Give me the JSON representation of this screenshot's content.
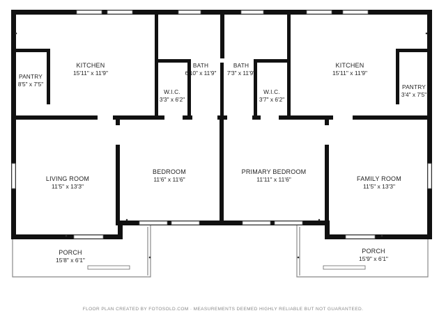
{
  "rooms": {
    "kitchen_left": {
      "name": "KITCHEN",
      "dims": "15'11\" x 11'9\""
    },
    "pantry_left": {
      "name": "PANTRY",
      "dims": "8'5\" x 7'5\""
    },
    "bath_left": {
      "name": "BATH",
      "dims": "6'10\" x 11'9\""
    },
    "wic_left": {
      "name": "W.I.C.",
      "dims": "3'3\" x 6'2\""
    },
    "bath_right": {
      "name": "BATH",
      "dims": "7'3\" x 11'9\""
    },
    "wic_right": {
      "name": "W.I.C.",
      "dims": "3'7\" x 6'2\""
    },
    "kitchen_right": {
      "name": "KITCHEN",
      "dims": "15'11\" x 11'9\""
    },
    "pantry_right": {
      "name": "PANTRY",
      "dims": "3'4\" x 7'5\""
    },
    "living_room": {
      "name": "LIVING ROOM",
      "dims": "11'5\" x 13'3\""
    },
    "bedroom": {
      "name": "BEDROOM",
      "dims": "11'6\" x 11'6\""
    },
    "primary_bedroom": {
      "name": "PRIMARY BEDROOM",
      "dims": "11'11\" x 11'6\""
    },
    "family_room": {
      "name": "FAMILY ROOM",
      "dims": "11'5\" x 13'3\""
    },
    "porch_left": {
      "name": "PORCH",
      "dims": "15'8\" x 6'1\""
    },
    "porch_right": {
      "name": "PORCH",
      "dims": "15'9\" x 6'1\""
    }
  },
  "footer": "FLOOR PLAN CREATED BY FOTOSOLD.COM · MEASUREMENTS DEEMED HIGHLY RELIABLE BUT NOT GUARANTEED.",
  "colors": {
    "wall": "#111111",
    "line": "#555555",
    "background": "#ffffff"
  }
}
